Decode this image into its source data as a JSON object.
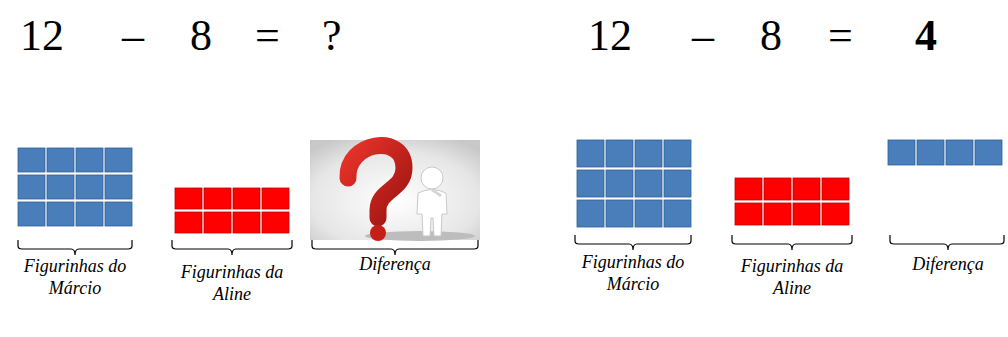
{
  "diagram": {
    "labels": [
      "12",
      "–",
      "8",
      "=",
      "?",
      "12",
      "–",
      "8",
      "=",
      "4",
      "Figurinhas do Márcio",
      "Figurinhas da Aline",
      "Diferença",
      "Figurinhas do Márcio",
      "Figurinhas da Aline",
      "Diferença"
    ]
  }
}
